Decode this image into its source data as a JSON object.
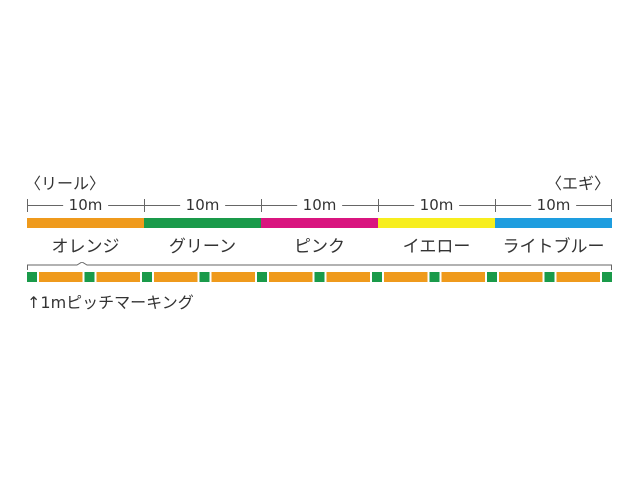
{
  "reel_label": "〈リール〉",
  "egi_label": "〈エギ〉",
  "segments": [
    {
      "length": "10m",
      "name": "オレンジ",
      "color": "#ef9a1c"
    },
    {
      "length": "10m",
      "name": "グリーン",
      "color": "#1a9a4a"
    },
    {
      "length": "10m",
      "name": "ピンク",
      "color": "#d9157f"
    },
    {
      "length": "10m",
      "name": "イエロー",
      "color": "#f7ee1e"
    },
    {
      "length": "10m",
      "name": "ライトブルー",
      "color": "#1e9ddf"
    }
  ],
  "marking": {
    "pitch_count": 10,
    "mark_color": "#1a9a4a",
    "line_color": "#ef9a1c"
  },
  "note": "↑1mピッチマーキング"
}
